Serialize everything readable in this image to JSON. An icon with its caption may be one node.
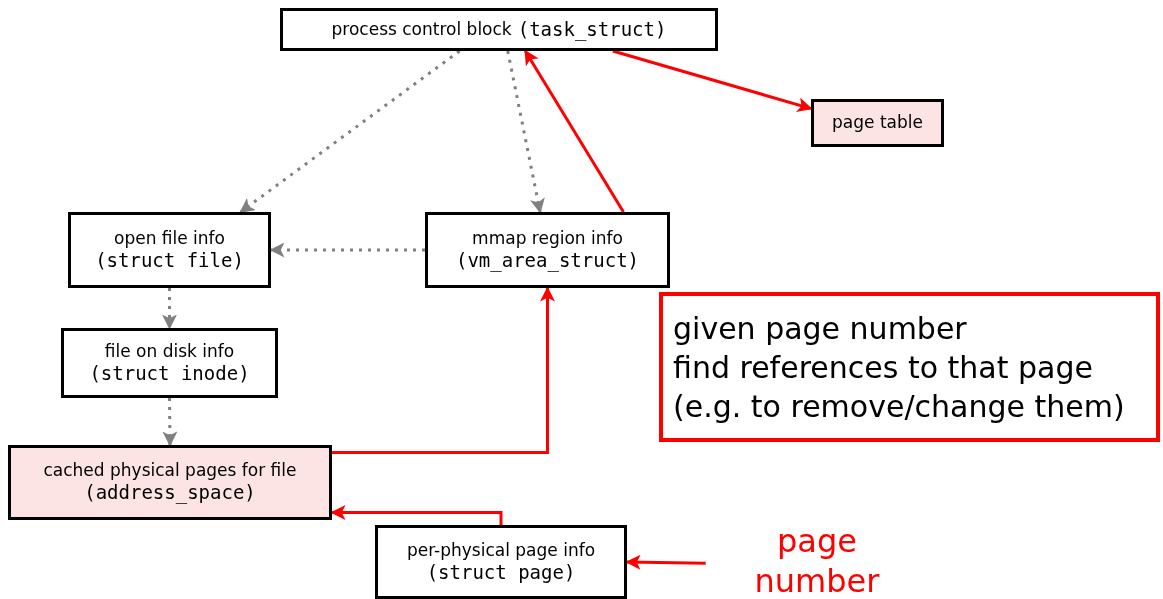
{
  "diagram": {
    "nodes": [
      {
        "text": [
          "process control block",
          "(task_struct)"
        ]
      },
      {
        "text": [
          "page table"
        ]
      },
      {
        "text": [
          "open file info",
          "(struct file)"
        ]
      },
      {
        "text": [
          "mmap region info",
          "(vm_area_struct)"
        ]
      },
      {
        "text": [
          "given page number",
          "find references to that page",
          "(e.g. to remove/change them)"
        ]
      },
      {
        "text": [
          "file on disk info",
          "(struct inode)"
        ]
      },
      {
        "text": [
          "cached physical pages for file",
          "(address_space)"
        ]
      },
      {
        "text": [
          "per-physical page info",
          "(struct page)"
        ]
      },
      {
        "text": [
          "page number"
        ]
      }
    ],
    "edges": [
      {
        "from": 0,
        "to": 2,
        "arrow": "to",
        "style": "dashed",
        "color": "#808080"
      },
      {
        "from": 0,
        "to": 3,
        "arrow": "to",
        "style": "dashed",
        "color": "#808080"
      },
      {
        "from": 3,
        "to": 0,
        "arrow": "to",
        "color": "#ff0000"
      },
      {
        "from": 0,
        "to": 1,
        "arrow": "to",
        "color": "#ff0000"
      },
      {
        "from": 3,
        "to": 2,
        "arrow": "to",
        "style": "dashed",
        "color": "#808080"
      },
      {
        "from": 2,
        "to": 5,
        "arrow": "to",
        "style": "dashed",
        "color": "#808080"
      },
      {
        "from": 5,
        "to": 6,
        "arrow": "to",
        "style": "dashed",
        "color": "#808080"
      },
      {
        "from": 6,
        "to": 3,
        "arrow": "to",
        "color": "#ff0000"
      },
      {
        "from": 7,
        "to": 6,
        "arrow": "to",
        "color": "#ff0000"
      },
      {
        "from": 8,
        "to": 7,
        "arrow": "to",
        "color": "#ff0000"
      }
    ]
  }
}
